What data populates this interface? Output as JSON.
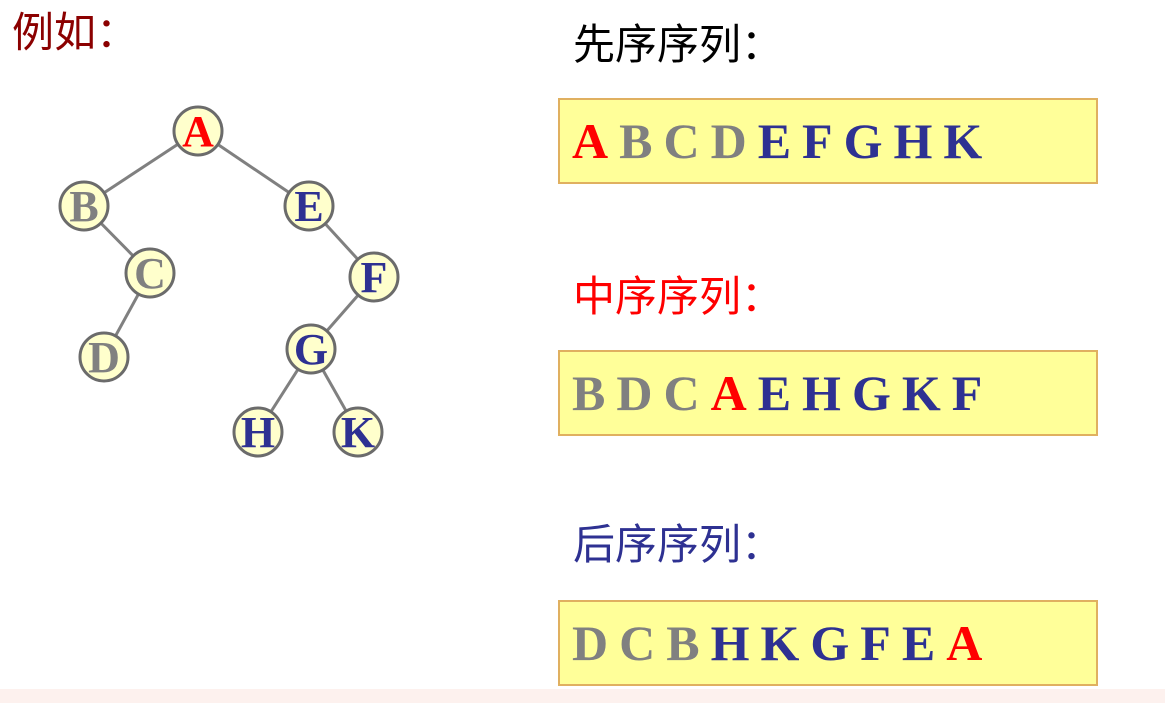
{
  "example_label": "例如：",
  "tree": {
    "nodes": [
      {
        "id": "A",
        "label": "A"
      },
      {
        "id": "B",
        "label": "B"
      },
      {
        "id": "C",
        "label": "C"
      },
      {
        "id": "D",
        "label": "D"
      },
      {
        "id": "E",
        "label": "E"
      },
      {
        "id": "F",
        "label": "F"
      },
      {
        "id": "G",
        "label": "G"
      },
      {
        "id": "H",
        "label": "H"
      },
      {
        "id": "K",
        "label": "K"
      }
    ],
    "edges": [
      [
        "A",
        "B"
      ],
      [
        "A",
        "E"
      ],
      [
        "B",
        "C"
      ],
      [
        "C",
        "D"
      ],
      [
        "E",
        "F"
      ],
      [
        "F",
        "G"
      ],
      [
        "G",
        "H"
      ],
      [
        "G",
        "K"
      ]
    ],
    "colors": {
      "root": "#ff0000",
      "left_subtree": "#808080",
      "right_subtree": "#2e3192",
      "node_fill": "#ffffcc",
      "node_stroke": "#6b6b6b",
      "edge": "#808080"
    }
  },
  "sequences": [
    {
      "title": "先序序列：",
      "title_color": "#000000",
      "letters": [
        {
          "char": "A",
          "color": "#ff0000"
        },
        {
          "char": "B",
          "color": "#808080"
        },
        {
          "char": "C",
          "color": "#808080"
        },
        {
          "char": "D",
          "color": "#808080"
        },
        {
          "char": "E",
          "color": "#2e3192"
        },
        {
          "char": "F",
          "color": "#2e3192"
        },
        {
          "char": "G",
          "color": "#2e3192"
        },
        {
          "char": "H",
          "color": "#2e3192"
        },
        {
          "char": "K",
          "color": "#2e3192"
        }
      ]
    },
    {
      "title": "中序序列：",
      "title_color": "#ff0000",
      "letters": [
        {
          "char": "B",
          "color": "#808080"
        },
        {
          "char": "D",
          "color": "#808080"
        },
        {
          "char": "C",
          "color": "#808080"
        },
        {
          "char": "A",
          "color": "#ff0000"
        },
        {
          "char": "E",
          "color": "#2e3192"
        },
        {
          "char": "H",
          "color": "#2e3192"
        },
        {
          "char": "G",
          "color": "#2e3192"
        },
        {
          "char": "K",
          "color": "#2e3192"
        },
        {
          "char": "F",
          "color": "#2e3192"
        }
      ]
    },
    {
      "title": "后序序列：",
      "title_color": "#2e3192",
      "letters": [
        {
          "char": "D",
          "color": "#808080"
        },
        {
          "char": "C",
          "color": "#808080"
        },
        {
          "char": "B",
          "color": "#808080"
        },
        {
          "char": "H",
          "color": "#2e3192"
        },
        {
          "char": "K",
          "color": "#2e3192"
        },
        {
          "char": "G",
          "color": "#2e3192"
        },
        {
          "char": "F",
          "color": "#2e3192"
        },
        {
          "char": "E",
          "color": "#2e3192"
        },
        {
          "char": "A",
          "color": "#ff0000"
        }
      ]
    }
  ],
  "colors": {
    "example_label": "#8b0000",
    "box_fill": "#ffff99",
    "box_border": "#e0b060"
  }
}
